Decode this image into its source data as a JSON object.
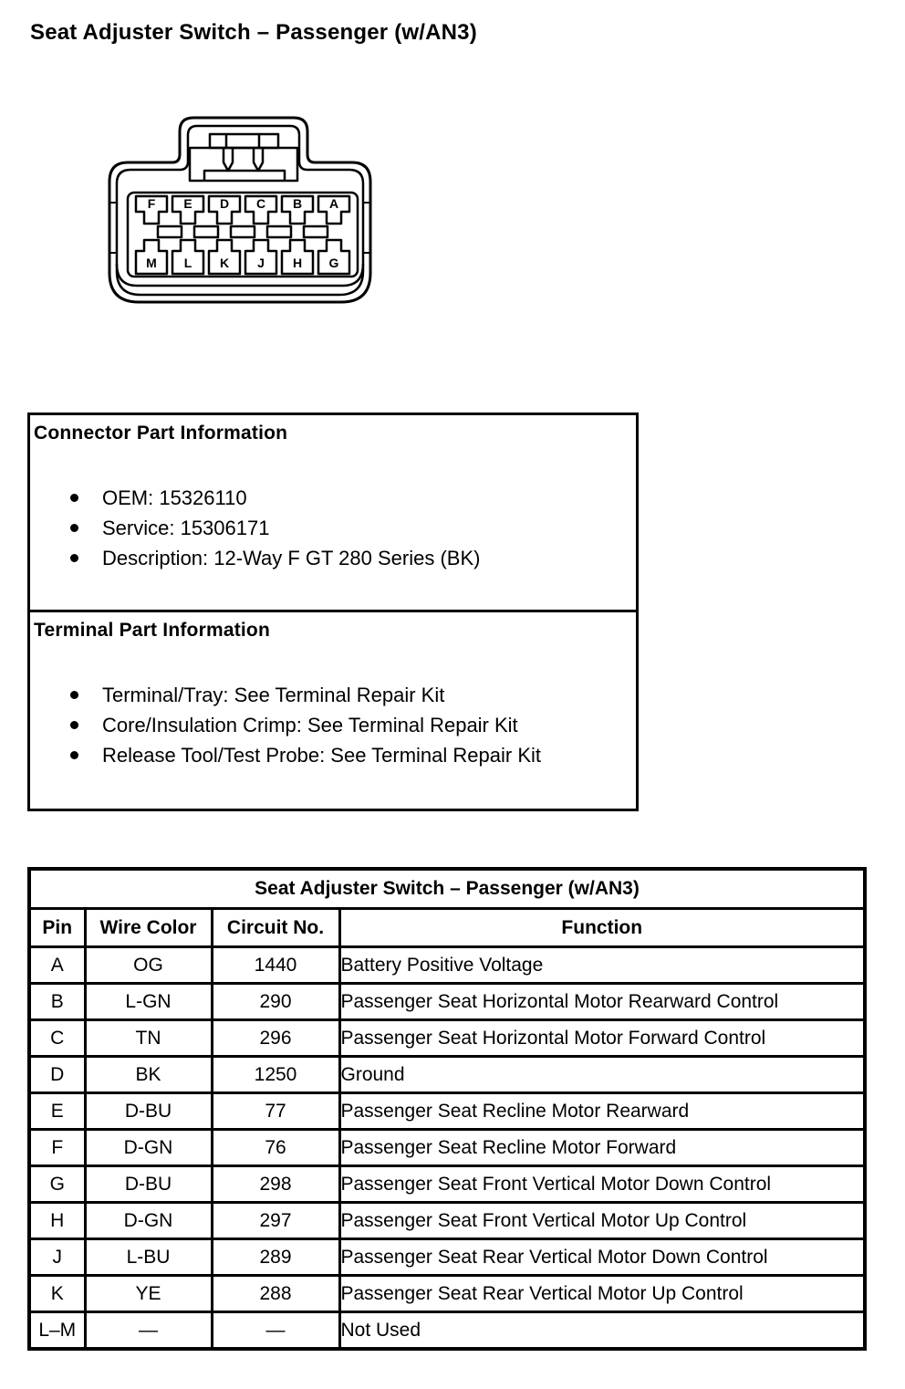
{
  "page_title": "Seat Adjuster Switch – Passenger (w/AN3)",
  "connector": {
    "top_row_pins": [
      "F",
      "E",
      "D",
      "C",
      "B",
      "A"
    ],
    "bottom_row_pins": [
      "M",
      "L",
      "K",
      "J",
      "H",
      "G"
    ]
  },
  "connector_part_info": {
    "heading": "Connector Part Information",
    "items": [
      "OEM: 15326110",
      "Service: 15306171",
      "Description: 12-Way F GT 280 Series (BK)"
    ]
  },
  "terminal_part_info": {
    "heading": "Terminal Part Information",
    "items": [
      "Terminal/Tray: See Terminal Repair Kit",
      "Core/Insulation Crimp: See Terminal Repair Kit",
      "Release Tool/Test Probe: See Terminal Repair Kit"
    ]
  },
  "pinout_table": {
    "title": "Seat Adjuster Switch – Passenger (w/AN3)",
    "columns": [
      "Pin",
      "Wire Color",
      "Circuit No.",
      "Function"
    ],
    "rows": [
      {
        "pin": "A",
        "wire_color": "OG",
        "circuit_no": "1440",
        "function": "Battery Positive Voltage"
      },
      {
        "pin": "B",
        "wire_color": "L-GN",
        "circuit_no": "290",
        "function": "Passenger Seat Horizontal Motor Rearward Control"
      },
      {
        "pin": "C",
        "wire_color": "TN",
        "circuit_no": "296",
        "function": "Passenger Seat Horizontal Motor Forward Control"
      },
      {
        "pin": "D",
        "wire_color": "BK",
        "circuit_no": "1250",
        "function": "Ground"
      },
      {
        "pin": "E",
        "wire_color": "D-BU",
        "circuit_no": "77",
        "function": "Passenger Seat Recline Motor Rearward"
      },
      {
        "pin": "F",
        "wire_color": "D-GN",
        "circuit_no": "76",
        "function": "Passenger Seat Recline Motor Forward"
      },
      {
        "pin": "G",
        "wire_color": "D-BU",
        "circuit_no": "298",
        "function": "Passenger Seat Front Vertical Motor Down Control"
      },
      {
        "pin": "H",
        "wire_color": "D-GN",
        "circuit_no": "297",
        "function": "Passenger Seat Front Vertical Motor Up Control"
      },
      {
        "pin": "J",
        "wire_color": "L-BU",
        "circuit_no": "289",
        "function": "Passenger Seat Rear Vertical Motor Down Control"
      },
      {
        "pin": "K",
        "wire_color": "YE",
        "circuit_no": "288",
        "function": "Passenger Seat Rear Vertical Motor Up Control"
      },
      {
        "pin": "L–M",
        "wire_color": "—",
        "circuit_no": "—",
        "function": "Not Used"
      }
    ]
  },
  "colors": {
    "ink": "#000000",
    "paper": "#ffffff"
  }
}
